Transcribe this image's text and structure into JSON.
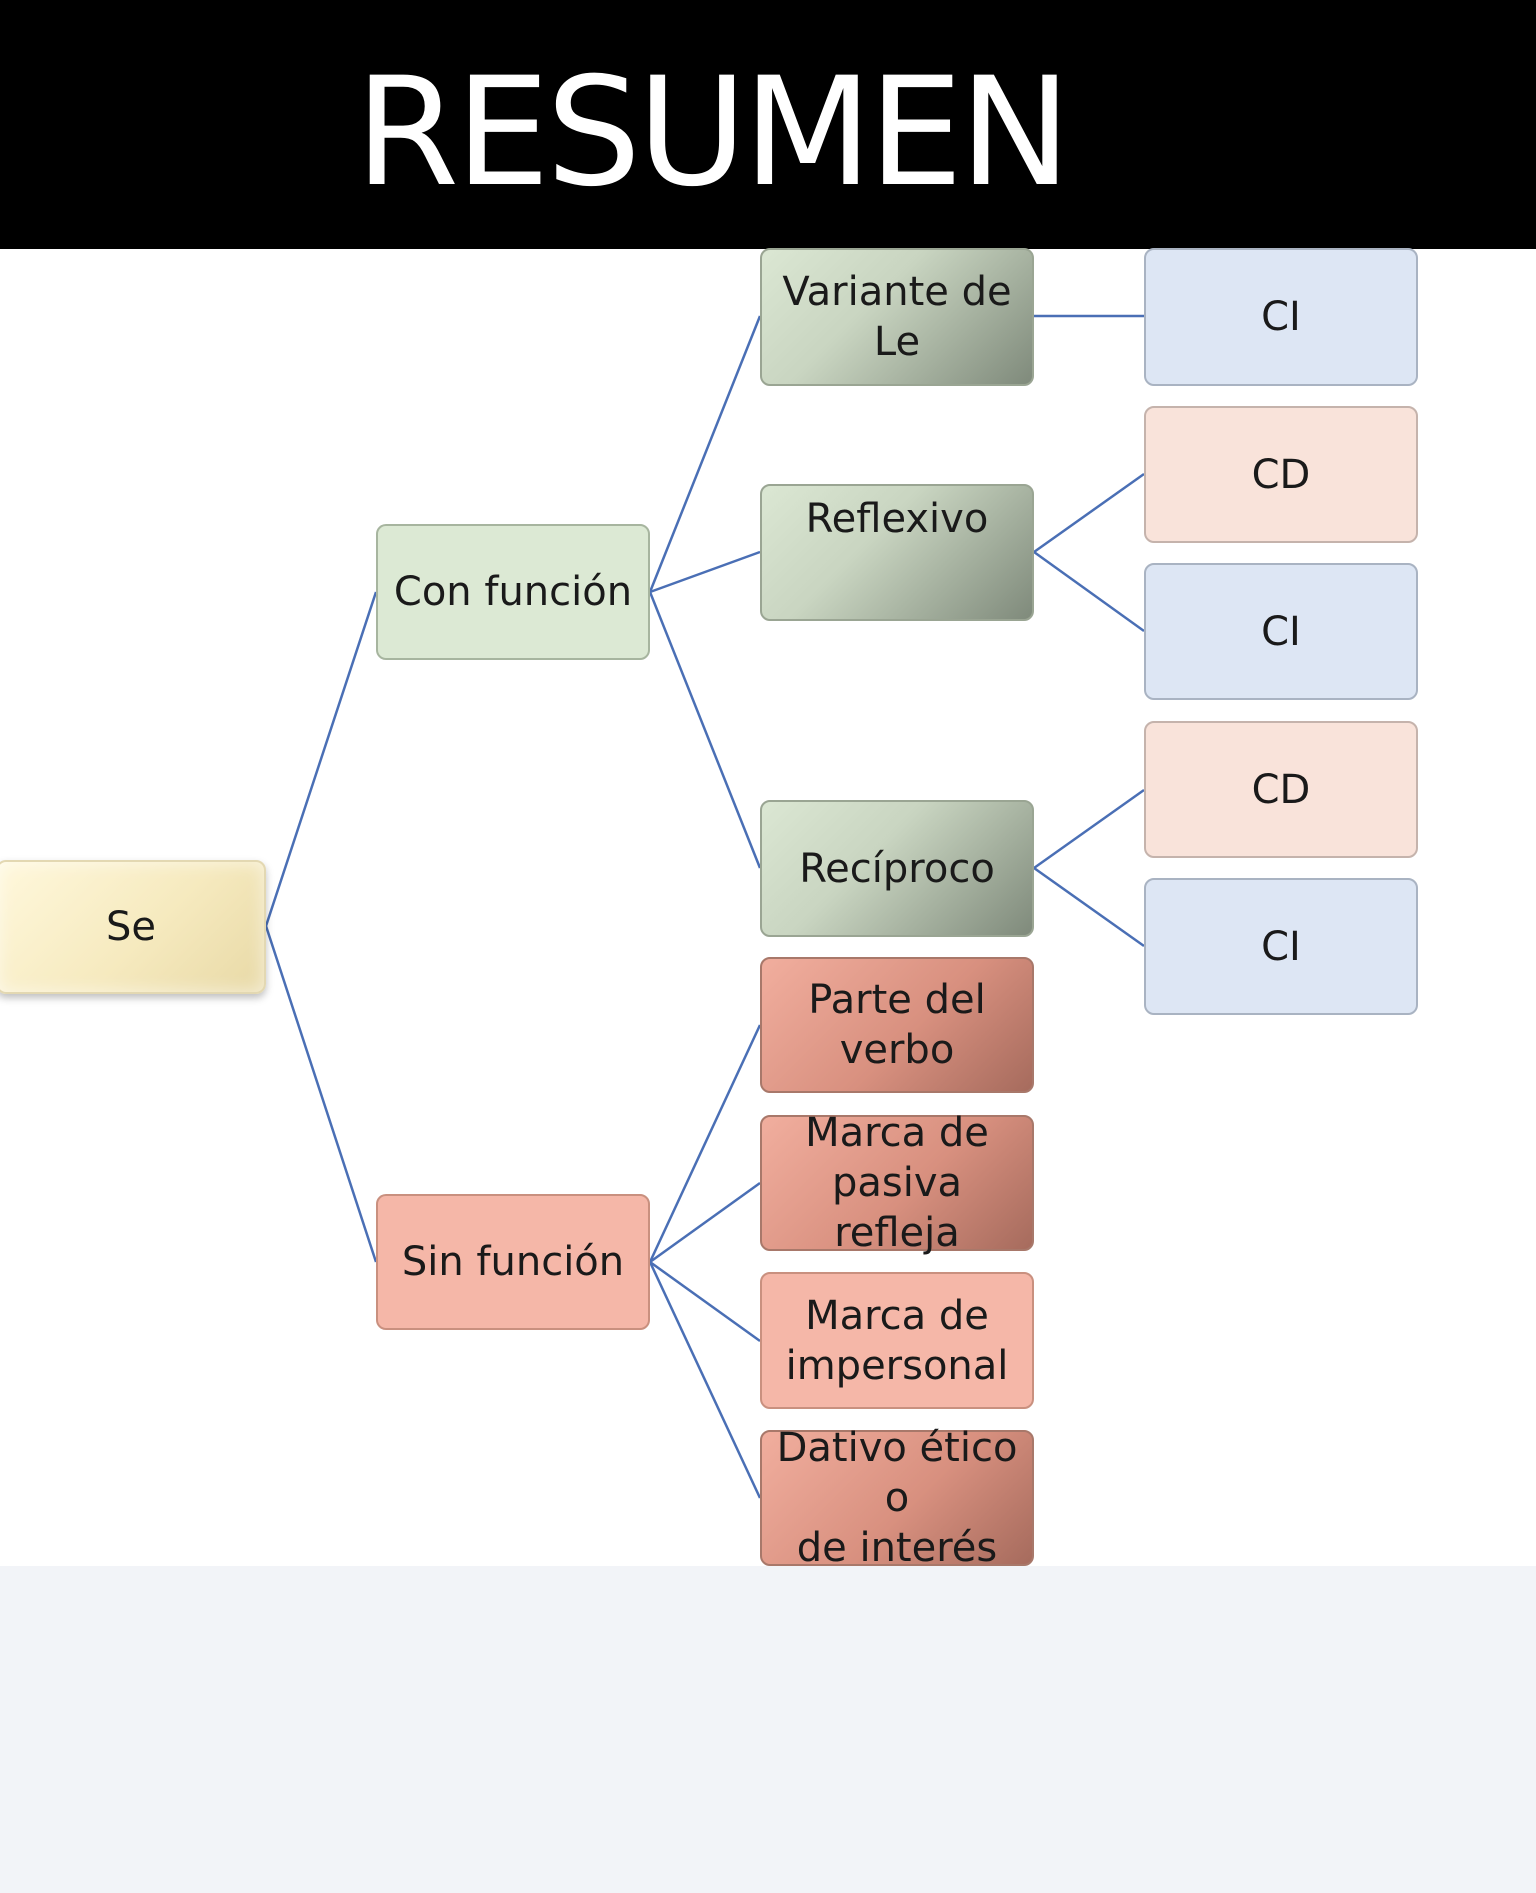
{
  "header": {
    "title": "RESUMEN"
  },
  "diagram": {
    "root": "Se",
    "branches": {
      "con_funcion": {
        "label": "Con función",
        "children": {
          "variante": {
            "label": "Variante de\nLe",
            "leaves": [
              "CI"
            ]
          },
          "reflexivo": {
            "label": "Reflexivo",
            "leaves": [
              "CD",
              "CI"
            ]
          },
          "reciproco": {
            "label": "Recíproco",
            "leaves": [
              "CD",
              "CI"
            ]
          }
        }
      },
      "sin_funcion": {
        "label": "Sin función",
        "children": {
          "parte_verbo": {
            "label": "Parte del\nverbo"
          },
          "pasiva_refleja": {
            "label": "Marca de\npasiva refleja"
          },
          "impersonal": {
            "label": "Marca de\nimpersonal"
          },
          "dativo": {
            "label": "Dativo ético o\nde interés"
          }
        }
      }
    }
  },
  "colors": {
    "connector": "#4a6fb5",
    "header_bg": "#000000",
    "title": "#ffffff",
    "con_funcion": "#dce9d4",
    "sin_funcion": "#f5b7a8",
    "cd_leaf": "#f9e3da",
    "ci_leaf": "#dde6f4",
    "root": "#f6eabf"
  }
}
